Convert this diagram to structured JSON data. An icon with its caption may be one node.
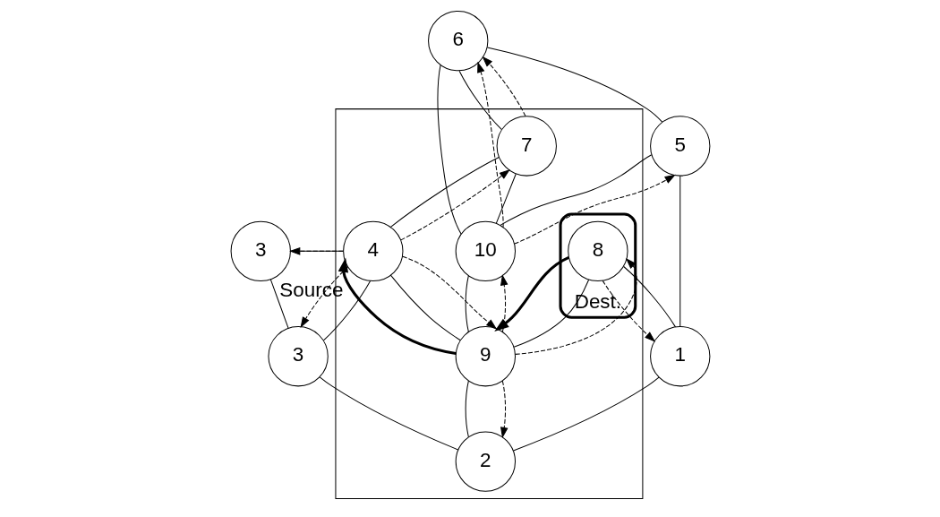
{
  "diagram": {
    "nodes": [
      {
        "text": [],
        "shape": "box"
      },
      {
        "text": [
          "1"
        ]
      },
      {
        "text": [
          "2"
        ],
        "in": 0
      },
      {
        "text": [
          "5"
        ]
      },
      {
        "text": [
          "Dest."
        ],
        "in": 0
      },
      {
        "text": [
          "8"
        ],
        "in": 4
      },
      {
        "text": [
          "3"
        ]
      },
      {
        "text": [
          "9"
        ],
        "in": 0
      },
      {
        "text": [
          "10"
        ],
        "in": 0
      },
      {
        "text": [
          "6"
        ]
      },
      {
        "text": [
          "3"
        ]
      },
      {
        "text": [
          "4"
        ],
        "in": 0,
        "beside": [
          "Source"
        ]
      },
      {
        "text": [
          "7"
        ],
        "in": 0
      }
    ],
    "edges": [
      {
        "from": 1,
        "to": 2,
        "arrow": "none"
      },
      {
        "from": 1,
        "to": 3,
        "arrow": "none"
      },
      {
        "from": 1,
        "to": 5,
        "arrow": "none"
      },
      {
        "from": 2,
        "to": 6,
        "arrow": "none"
      },
      {
        "from": 2,
        "to": 7,
        "arrow": "none"
      },
      {
        "from": 6,
        "to": 10,
        "arrow": "none"
      },
      {
        "from": 6,
        "to": 11,
        "arrow": "none"
      },
      {
        "from": 10,
        "to": 11,
        "arrow": "none"
      },
      {
        "from": 11,
        "to": 12,
        "arrow": "none"
      },
      {
        "from": 11,
        "to": 7,
        "arrow": "none"
      },
      {
        "from": 7,
        "to": 5,
        "arrow": "none"
      },
      {
        "from": 7,
        "to": 8,
        "arrow": "none"
      },
      {
        "from": 8,
        "to": 3,
        "arrow": "none"
      },
      {
        "from": 8,
        "to": 9,
        "arrow": "none"
      },
      {
        "from": 8,
        "to": 12,
        "arrow": "none"
      },
      {
        "from": 3,
        "to": 9,
        "arrow": "none"
      },
      {
        "from": 12,
        "to": 9,
        "arrow": "none"
      },
      {
        "from": 11,
        "to": 6,
        "arrow": "to",
        "style": "dashed"
      },
      {
        "from": 11,
        "to": 10,
        "arrow": "to",
        "style": "dashed"
      },
      {
        "from": 11,
        "to": 7,
        "arrow": "to",
        "style": "dashed"
      },
      {
        "from": 11,
        "to": 12,
        "arrow": "to",
        "style": "dashed"
      },
      {
        "from": 7,
        "to": 2,
        "arrow": "to",
        "style": "dashed"
      },
      {
        "from": 7,
        "to": 5,
        "arrow": "to",
        "style": "dashed"
      },
      {
        "from": 7,
        "to": 8,
        "arrow": "to",
        "style": "dashed"
      },
      {
        "from": 5,
        "to": 1,
        "arrow": "to",
        "style": "dashed"
      },
      {
        "from": 8,
        "to": 3,
        "arrow": "to",
        "style": "dashed"
      },
      {
        "from": 8,
        "to": 9,
        "arrow": "to",
        "style": "dashed"
      },
      {
        "from": 12,
        "to": 9,
        "arrow": "to",
        "style": "dashed"
      },
      {
        "from": 5,
        "to": 7,
        "arrow": "to",
        "style": "thick"
      },
      {
        "from": 7,
        "to": 11,
        "arrow": "to",
        "style": "thick"
      }
    ]
  }
}
